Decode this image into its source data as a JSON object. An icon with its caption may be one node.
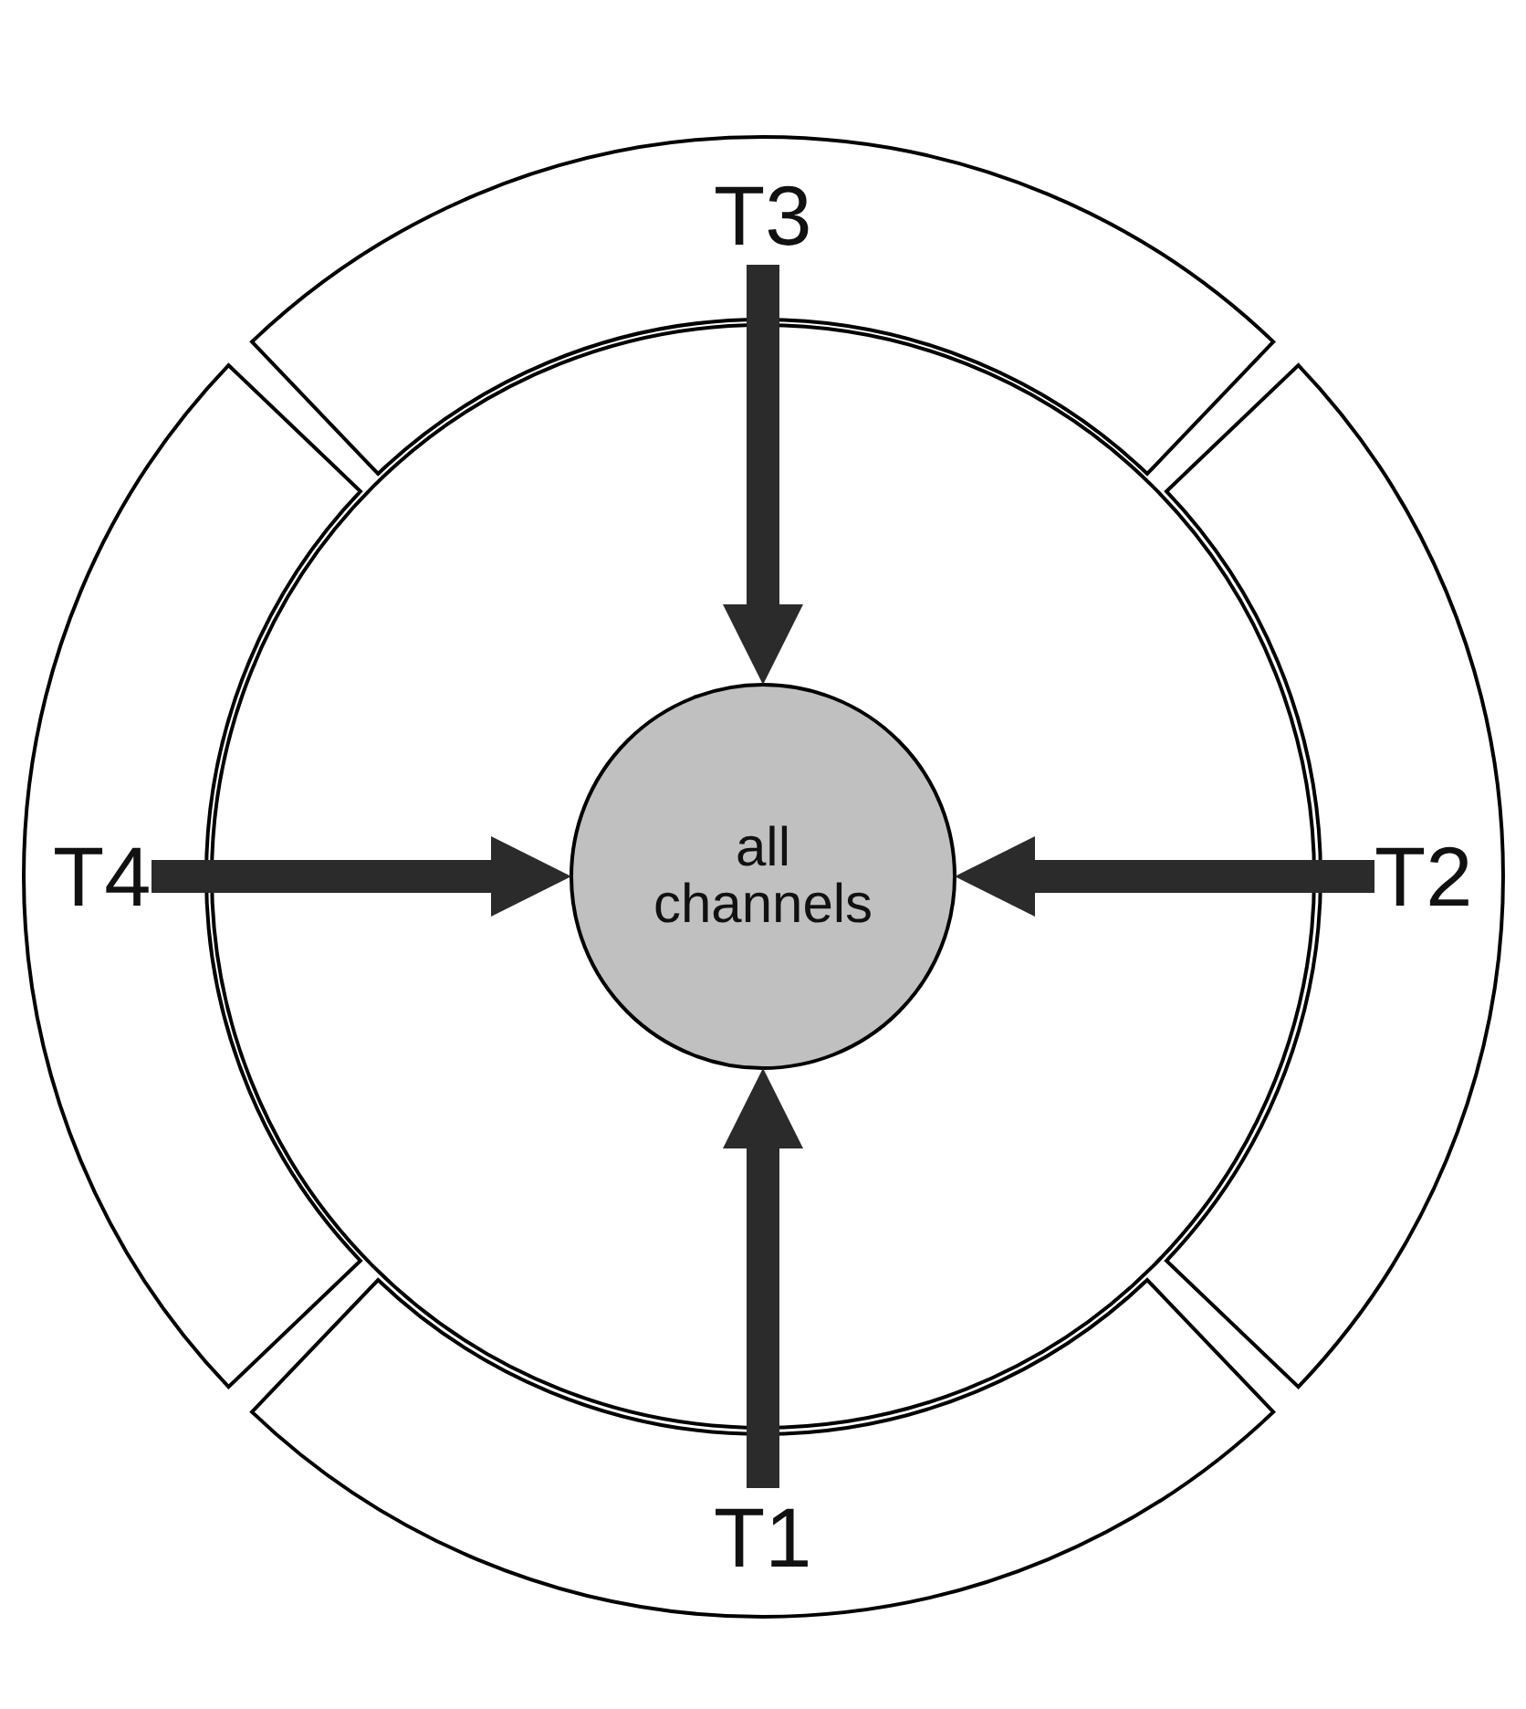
{
  "diagram": {
    "nodes": [
      {
        "text": [
          "T3"
        ]
      },
      {
        "text": [
          "T4"
        ]
      },
      {
        "text": [
          "all channels"
        ]
      },
      {
        "text": [
          "T2"
        ]
      },
      {
        "text": [
          "T1"
        ]
      }
    ],
    "edges": [
      {
        "from": 0,
        "to": 2,
        "arrow": "to"
      },
      {
        "from": 1,
        "to": 2,
        "arrow": "to"
      },
      {
        "from": 3,
        "to": 2,
        "arrow": "to"
      },
      {
        "from": 4,
        "to": 2,
        "arrow": "to"
      }
    ]
  }
}
